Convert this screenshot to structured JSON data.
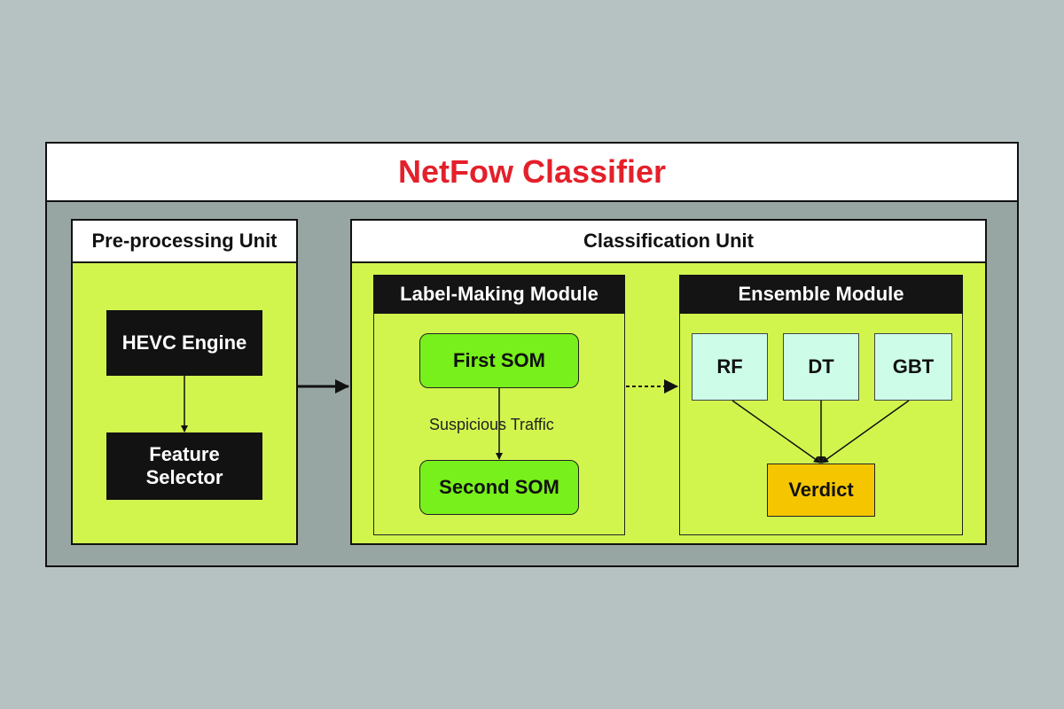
{
  "title": "NetFow Classifier",
  "preprocessing": {
    "heading": "Pre-processing Unit",
    "hevc_engine": "HEVC Engine",
    "feature_selector": "Feature\nSelector"
  },
  "classification": {
    "heading": "Classification Unit",
    "label_module": {
      "heading": "Label-Making Module",
      "first_som": "First SOM",
      "edge_label": "Suspicious Traffic",
      "second_som": "Second SOM"
    },
    "ensemble_module": {
      "heading": "Ensemble Module",
      "models": [
        "RF",
        "DT",
        "GBT"
      ],
      "verdict": "Verdict"
    }
  },
  "colors": {
    "title": "#e4202a",
    "panel_fill": "#d2f54e",
    "som_fill": "#78f01b",
    "model_fill": "#cdfde9",
    "verdict_fill": "#f5c600",
    "dark_box": "#121212"
  }
}
